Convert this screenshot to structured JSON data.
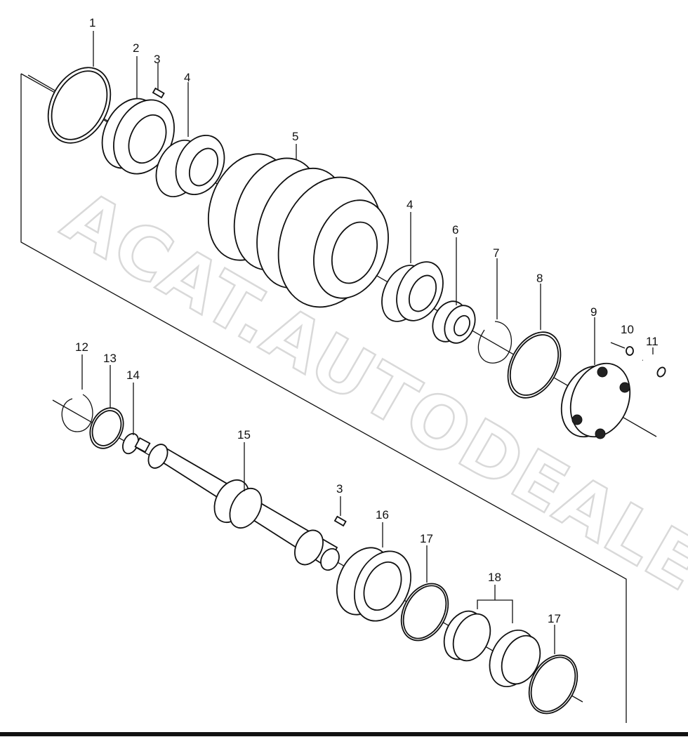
{
  "watermark": "ACAT.AUTODEALER.RU",
  "callouts": [
    "1",
    "2",
    "3",
    "4",
    "5",
    "4",
    "6",
    "7",
    "8",
    "9",
    "10",
    "11",
    "12",
    "13",
    "14",
    "15",
    "3",
    "16",
    "17",
    "18",
    "17"
  ],
  "colors": {
    "ink": "#111111",
    "watermark": "#d9d9d9",
    "background": "#ffffff"
  }
}
